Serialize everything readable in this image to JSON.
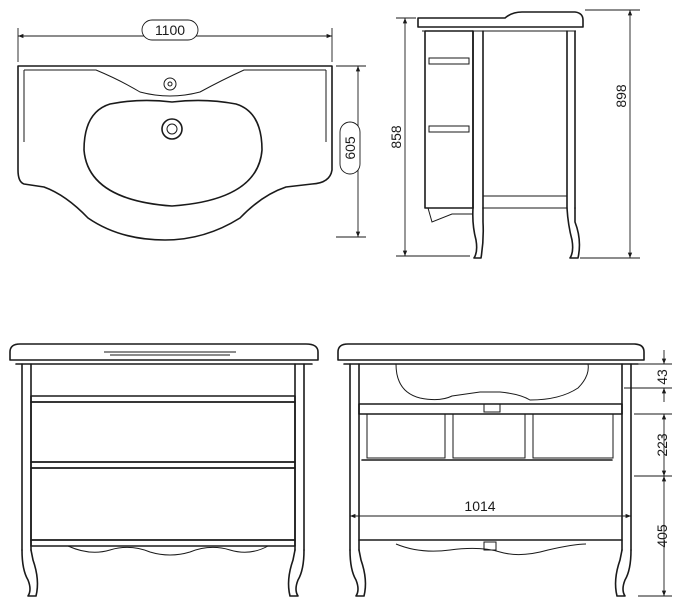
{
  "dimensions": {
    "basin_width": "1100",
    "basin_depth": "605",
    "body_height": "858",
    "total_height": "898",
    "top_gap": "43",
    "drawer_height": "223",
    "leg_height": "405",
    "inner_width": "1014"
  },
  "colors": {
    "line": "#1a1a1a",
    "background": "#ffffff"
  }
}
